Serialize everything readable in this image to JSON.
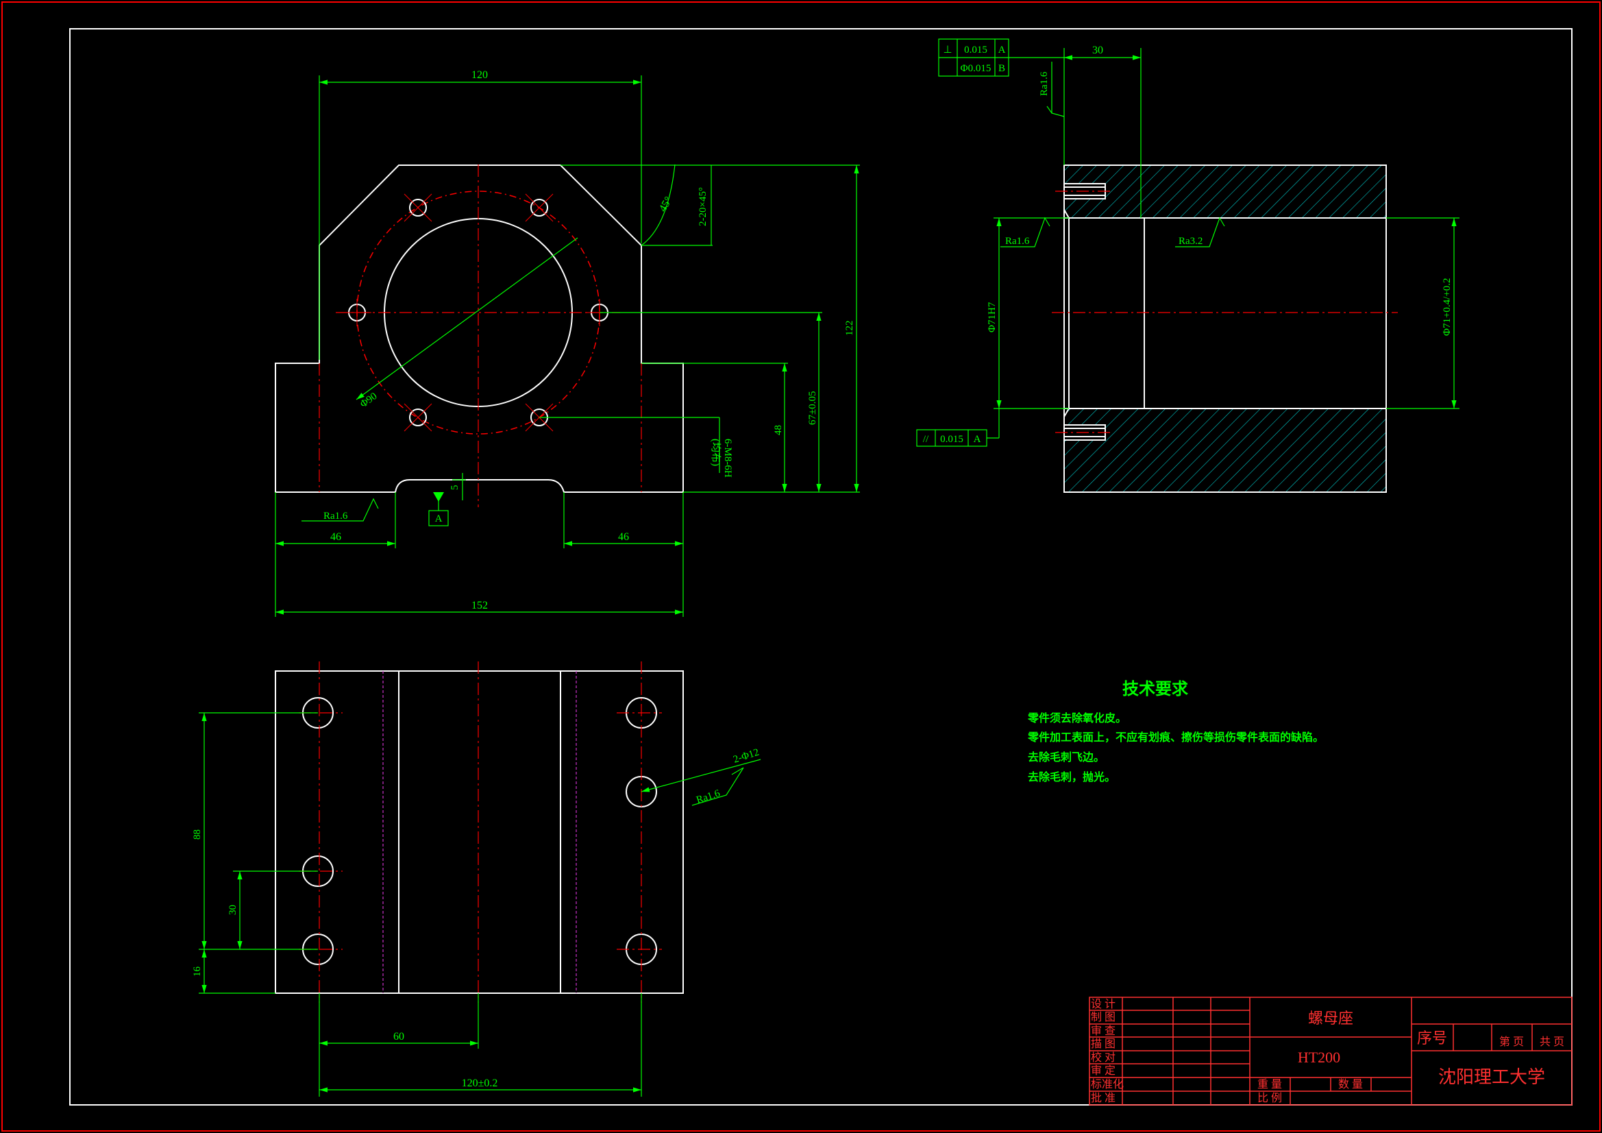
{
  "colors": {
    "background": "#000000",
    "outline": "#ffffff",
    "dimension": "#00ff00",
    "centerline": "#ff0000",
    "hatch": "#00c8c8",
    "border": "#ff0000",
    "titleblock_text": "#ff3030",
    "titleblock_lines": "#ff3030"
  },
  "front_view": {
    "width": "120",
    "chamfer": "2-20×45°",
    "angle": "45°",
    "height_total": "122",
    "center_height": "67±0.05",
    "shoulder_height": "48",
    "bore_dia": "Φ90",
    "holes_note_1": "6-M8-6H",
    "holes_note_2": "(均布)",
    "bottom_slot": "5",
    "datum": "A",
    "rough": "Ra1.6",
    "left_base": "46",
    "right_base": "46",
    "base_width": "152"
  },
  "side_view": {
    "length": "30",
    "tol_row1_sym": "⊥",
    "tol_row1_val": "0.015",
    "tol_row1_ref": "A",
    "tol_row2_val": "Φ0.015",
    "tol_row2_ref": "B",
    "rough_top": "Ra1.6",
    "rough_left": "Ra1.6",
    "rough_inner": "Ra3.2",
    "left_dia": "Φ71H7",
    "right_dia": "Φ71+0.4/+0.2",
    "parallel_sym": "//",
    "parallel_val": "0.015",
    "parallel_ref": "A"
  },
  "top_view": {
    "pitch_88": "88",
    "pitch_30": "30",
    "edge_16": "16",
    "offset_60": "60",
    "span": "120±0.2",
    "holes_note": "2-Φ12",
    "rough": "Ra1.6"
  },
  "technical_requirements": {
    "title": "技术要求",
    "items": [
      "零件须去除氧化皮。",
      "零件加工表面上，不应有划痕、擦伤等损伤零件表面的缺陷。",
      "去除毛刺飞边。",
      "去除毛刺，抛光。"
    ]
  },
  "title_block": {
    "roles": [
      "设 计",
      "制 图",
      "审 查",
      "描 图",
      "校 对",
      "审 定",
      "标准化",
      "批 准"
    ],
    "part_name": "螺母座",
    "material": "HT200",
    "weight_label": "重 量",
    "qty_label": "数 量",
    "scale_label": "比 例",
    "seq_label": "序号",
    "sheet_label": "第  页",
    "total_label": "共  页",
    "university": "沈阳理工大学"
  }
}
